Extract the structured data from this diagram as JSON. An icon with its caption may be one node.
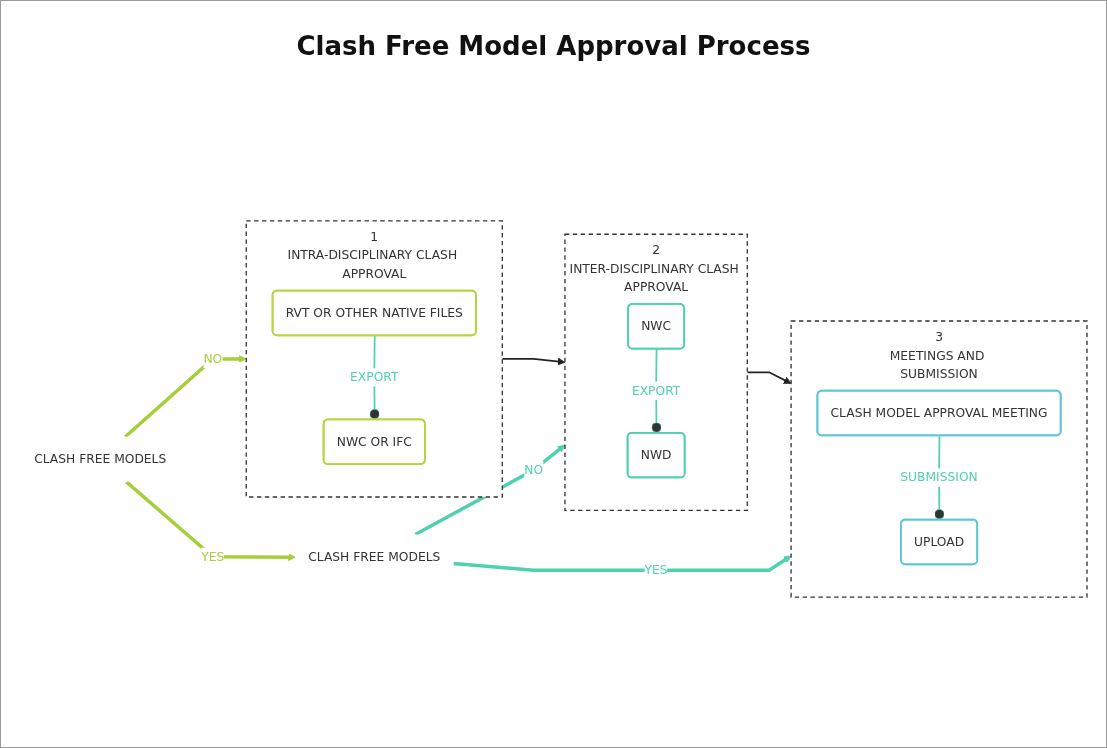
{
  "diagram": {
    "title": "Clash Free Model Approval Process",
    "nodes": [
      {
        "text": [
          "1",
          "INTRA-DISCIPLINARY CLASH APPROVAL"
        ]
      },
      {
        "text": [
          "RVT OR OTHER NATIVE FILES"
        ],
        "in": 0
      },
      {
        "text": [
          "NWC OR IFC"
        ],
        "in": 0
      },
      {
        "text": [
          "2",
          "INTER-DISCIPLINARY CLASH APPROVAL"
        ]
      },
      {
        "text": [
          "NWC"
        ],
        "in": 3
      },
      {
        "text": [
          "NWD"
        ],
        "in": 3
      },
      {
        "text": [
          "3",
          "MEETINGS AND SUBMISSION"
        ]
      },
      {
        "text": [
          "CLASH MODEL APPROVAL MEETING"
        ],
        "in": 6
      },
      {
        "text": [
          "UPLOAD"
        ],
        "in": 6
      },
      {
        "text": [
          "CLASH FREE MODELS"
        ]
      },
      {
        "text": [
          "CLASH FREE MODELS"
        ]
      }
    ],
    "edges": [
      {
        "from": 1,
        "to": 2,
        "arrow": "other",
        "label": "EXPORT"
      },
      {
        "from": 4,
        "to": 5,
        "arrow": "other",
        "label": "EXPORT"
      },
      {
        "from": 7,
        "to": 8,
        "arrow": "other",
        "label": "SUBMISSION"
      },
      {
        "from": 0,
        "to": 3,
        "arrow": "to",
        "color": "#222222"
      },
      {
        "from": 3,
        "to": 6,
        "arrow": "to",
        "color": "#222222"
      },
      {
        "from": 9,
        "to": 0,
        "arrow": "to",
        "label": "NO",
        "style": "thick",
        "color": "#a6ce39"
      },
      {
        "from": 9,
        "to": 10,
        "arrow": "to",
        "label": "YES",
        "style": "thick",
        "color": "#a6ce39"
      },
      {
        "from": 10,
        "to": 3,
        "arrow": "to",
        "label": "NO",
        "style": "thick"
      },
      {
        "from": 10,
        "to": 6,
        "arrow": "to",
        "label": "YES",
        "style": "thick"
      }
    ]
  }
}
